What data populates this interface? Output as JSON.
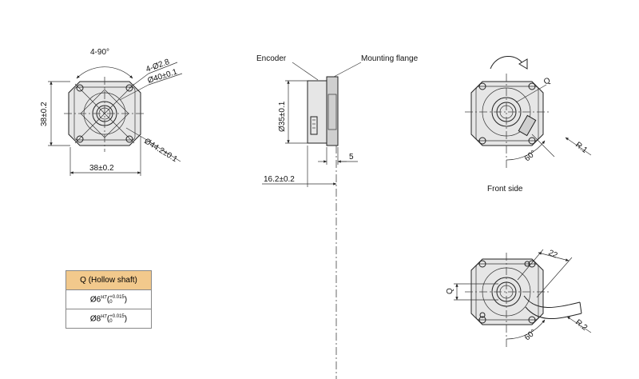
{
  "dimensions": {
    "angle_range": "4-90°",
    "mount_holes": "4-Ø2.8",
    "inner_dia": "Ø40±0.1",
    "outer_dia": "Ø44.2±0.1",
    "height": "38±0.2",
    "width": "38±0.2",
    "body_dia": "Ø35±0.1",
    "flange_thickness": "5",
    "total_length": "16.2±0.2",
    "q_mark": "Q",
    "q_mark_2": "Q",
    "angle_1": "60°",
    "angle_2": "60°",
    "radius_1": "R.1",
    "radius_2": "R.2",
    "cable_len": "22"
  },
  "labels": {
    "encoder": "Encoder",
    "flange": "Mounting flange",
    "front_side": "Front side"
  },
  "shaft_table": {
    "header": "Q (Hollow shaft)",
    "rows": [
      {
        "base": "Ø6",
        "fit": "H7",
        "upper": "+0.015",
        "lower": "0"
      },
      {
        "base": "Ø8",
        "fit": "H7",
        "upper": "+0.015",
        "lower": "0"
      }
    ]
  }
}
